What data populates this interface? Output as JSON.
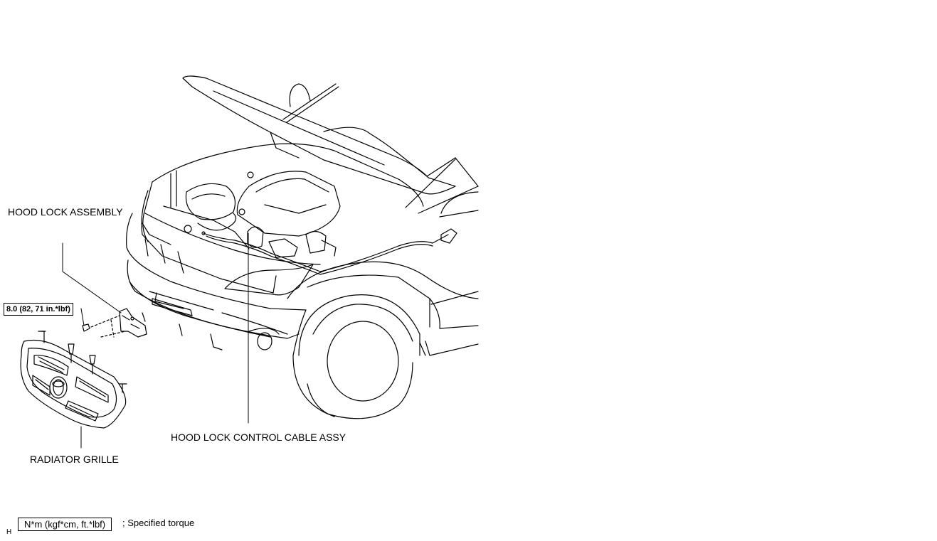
{
  "labels": {
    "hood_lock_assembly": "HOOD LOCK ASSEMBLY",
    "hood_lock_control_cable": "HOOD LOCK CONTROL CABLE ASSY",
    "radiator_grille": "RADIATOR GRILLE"
  },
  "torque": {
    "hood_lock_bolt": "8.0 (82, 71 in.*lbf)"
  },
  "legend": {
    "unit_box": "N*m (kgf*cm, ft.*lbf)",
    "description": "; Specified torque"
  },
  "figure_code": "H"
}
